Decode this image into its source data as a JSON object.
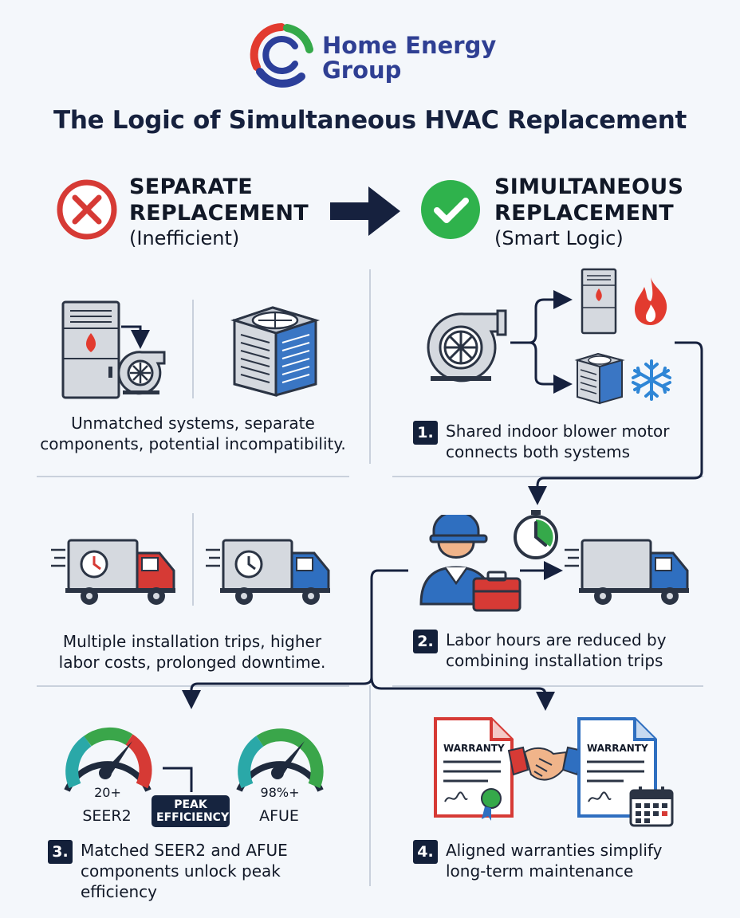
{
  "brand": {
    "line1": "Home Energy",
    "line2": "Group",
    "logo_icon": "hvac-logo-icon"
  },
  "title": "The Logic of Simultaneous HVAC Replacement",
  "left": {
    "heading_line1": "SEPARATE",
    "heading_line2": "REPLACEMENT",
    "subheading": "(Inefficient)",
    "status_icon": "red-x-circle-icon",
    "row1_caption": "Unmatched systems, separate components, potential incompatibility.",
    "row2_caption": "Multiple installation trips, higher labor costs, prolonged downtime."
  },
  "right": {
    "heading_line1": "SIMULTANEOUS",
    "heading_line2": "REPLACEMENT",
    "subheading": "(Smart Logic)",
    "status_icon": "green-check-circle-icon"
  },
  "steps": [
    {
      "num": "1.",
      "text": "Shared indoor blower motor connects both systems"
    },
    {
      "num": "2.",
      "text": "Labor hours are reduced by combining installation trips"
    },
    {
      "num": "3.",
      "text": "Matched SEER2 and AFUE components unlock peak efficiency"
    },
    {
      "num": "4.",
      "text": "Aligned warranties simplify long-term maintenance"
    }
  ],
  "gauges": {
    "seer": {
      "value": "20+",
      "name": "SEER2"
    },
    "afue": {
      "value": "98%+",
      "name": "AFUE"
    },
    "badge": "PEAK EFFICIENCY"
  },
  "warranty": {
    "label_left": "WARRANTY",
    "label_right": "WARRANTY"
  },
  "colors": {
    "navy": "#16213e",
    "red": "#d32f2f",
    "green": "#2fb24c",
    "blue": "#2f6fc0"
  }
}
